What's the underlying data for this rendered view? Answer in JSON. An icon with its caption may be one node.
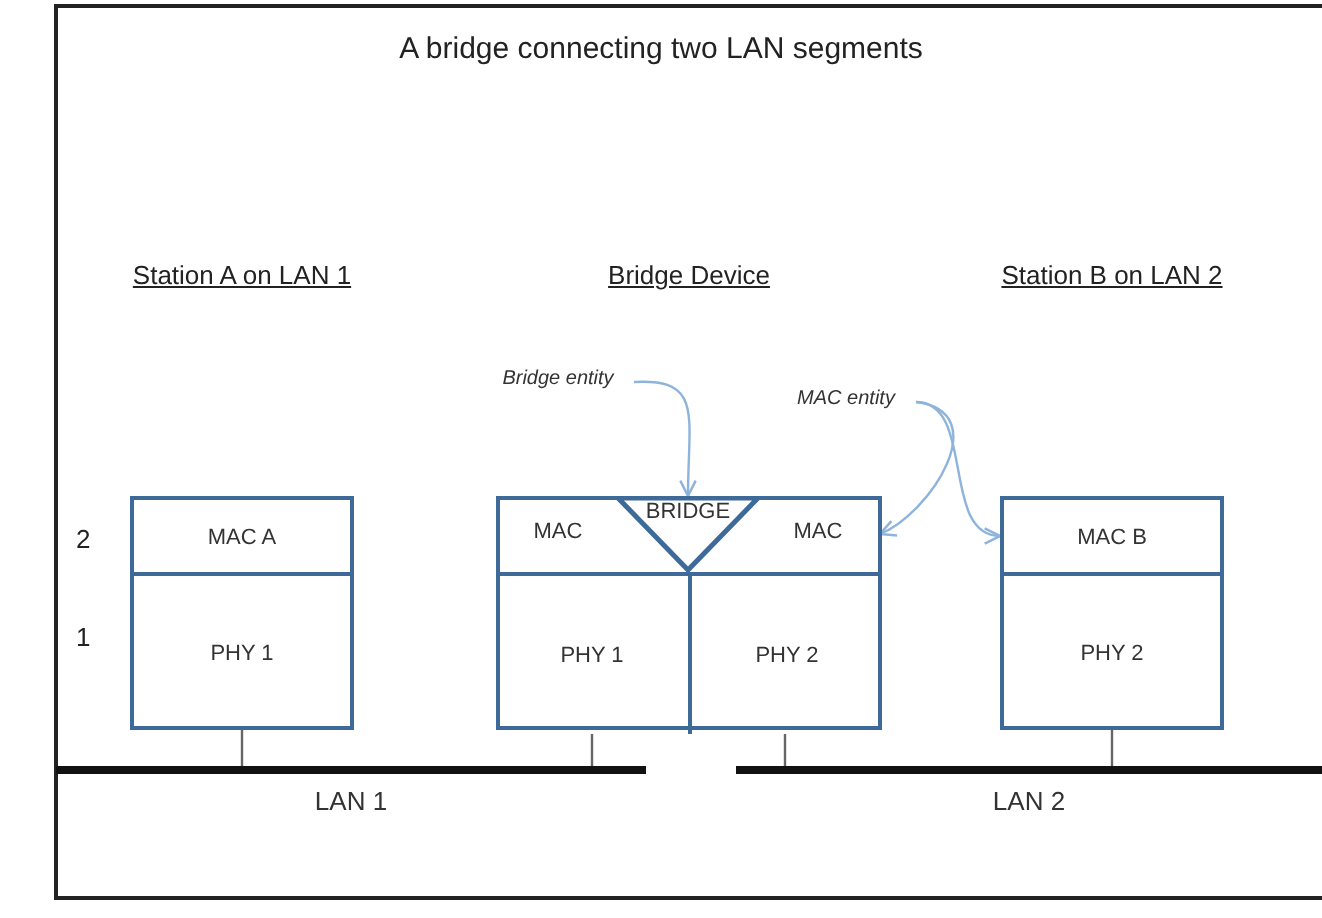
{
  "diagram": {
    "title": "A bridge connecting two LAN segments",
    "nodes": [
      {
        "text": [],
        "shape": "box"
      },
      {
        "text": [
          "MAC A"
        ],
        "in": 0
      },
      {
        "text": [
          "PHY 1"
        ],
        "in": 0
      },
      {
        "text": [],
        "shape": "box"
      },
      {
        "text": [
          "MAC"
        ],
        "in": 3
      },
      {
        "text": [
          "BRIDGE"
        ],
        "in": 3
      },
      {
        "text": [
          "MAC"
        ],
        "in": 3
      },
      {
        "text": [
          "PHY 1"
        ],
        "in": 3
      },
      {
        "text": [
          "PHY 2"
        ],
        "in": 3
      },
      {
        "text": [],
        "shape": "box"
      },
      {
        "text": [
          "MAC B"
        ],
        "in": 9
      },
      {
        "text": [
          "PHY 2"
        ],
        "in": 9
      },
      {
        "text": [
          "Bridge entity"
        ]
      },
      {
        "text": [
          "MAC entity"
        ]
      },
      {
        "text": [
          "LAN 1"
        ]
      },
      {
        "text": [
          "LAN 2"
        ]
      }
    ],
    "edges": [
      {
        "from": 2,
        "to": 14,
        "arrow": "none"
      },
      {
        "from": 7,
        "to": 14,
        "arrow": "none"
      },
      {
        "from": 8,
        "to": 15,
        "arrow": "none"
      },
      {
        "from": 11,
        "to": 15,
        "arrow": "none"
      },
      {
        "from": 12,
        "to": 5,
        "arrow": "to",
        "color": "#8fb4dc"
      },
      {
        "from": 13,
        "to": 6,
        "arrow": "to",
        "color": "#8fb4dc"
      },
      {
        "from": 13,
        "to": 10,
        "arrow": "to",
        "color": "#8fb4dc"
      }
    ],
    "labels": [
      "Station A on LAN 1",
      "Bridge Device",
      "Station B on LAN 2",
      "2",
      "1"
    ]
  }
}
